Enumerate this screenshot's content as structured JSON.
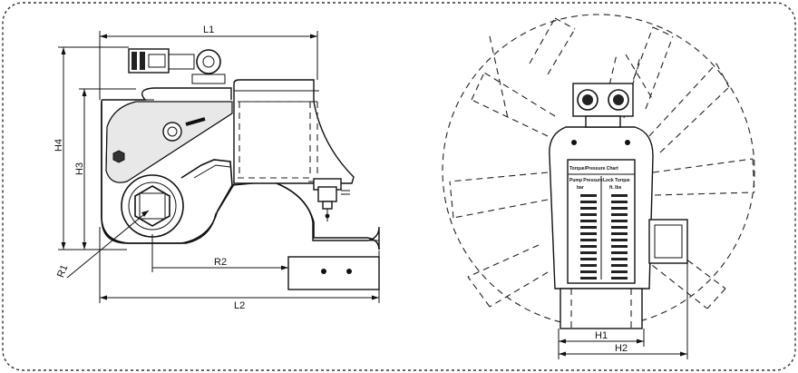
{
  "side_view": {
    "dimensions": {
      "L1": "L1",
      "L2": "L2",
      "H3": "H3",
      "H4": "H4",
      "R1": "R1",
      "R2": "R2"
    }
  },
  "front_view": {
    "dimensions": {
      "H1": "H1",
      "H2": "H2"
    },
    "plate": {
      "title": "Torque/Pressure Chart",
      "col1": "Pump Pressure",
      "col2": "Lock Torque",
      "col1_unit": "bar",
      "col2_unit": "ft. lbs"
    }
  },
  "colors": {
    "line": "#111111",
    "frame": "#333333",
    "background": "#ffffff"
  }
}
